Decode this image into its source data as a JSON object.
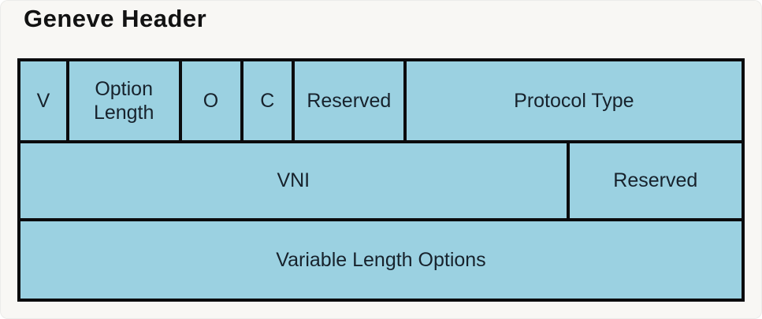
{
  "page": {
    "title": "Geneve Header"
  },
  "diagram": {
    "type": "packet-header-diagram",
    "rows": [
      {
        "cells": [
          {
            "label": "V"
          },
          {
            "label": "Option Length"
          },
          {
            "label": "O"
          },
          {
            "label": "C"
          },
          {
            "label": "Reserved"
          },
          {
            "label": "Protocol Type"
          }
        ]
      },
      {
        "cells": [
          {
            "label": "VNI"
          },
          {
            "label": "Reserved"
          }
        ]
      },
      {
        "cells": [
          {
            "label": "Variable Length Options"
          }
        ]
      }
    ],
    "colors": {
      "cell_fill": "#9bd1e1",
      "border": "#0b0b0d",
      "background": "#f8f7f4",
      "text": "#17222c"
    }
  }
}
